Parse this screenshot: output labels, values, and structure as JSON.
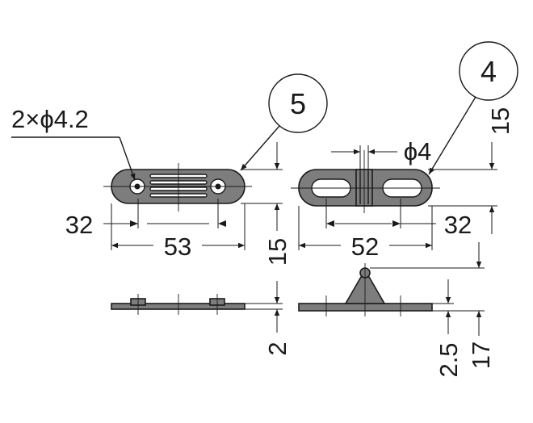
{
  "diagram": {
    "callouts": {
      "left_part": "5",
      "right_part": "4"
    },
    "labels": {
      "hole_spec": "2×ϕ4.2",
      "left_hole_pitch": "32",
      "left_length": "53",
      "left_width": "15",
      "left_thickness": "2",
      "right_pin_dia": "ϕ4",
      "right_width": "15",
      "right_slot_pitch": "32",
      "right_length": "52",
      "right_base_thickness": "2.5",
      "right_height": "17"
    }
  }
}
